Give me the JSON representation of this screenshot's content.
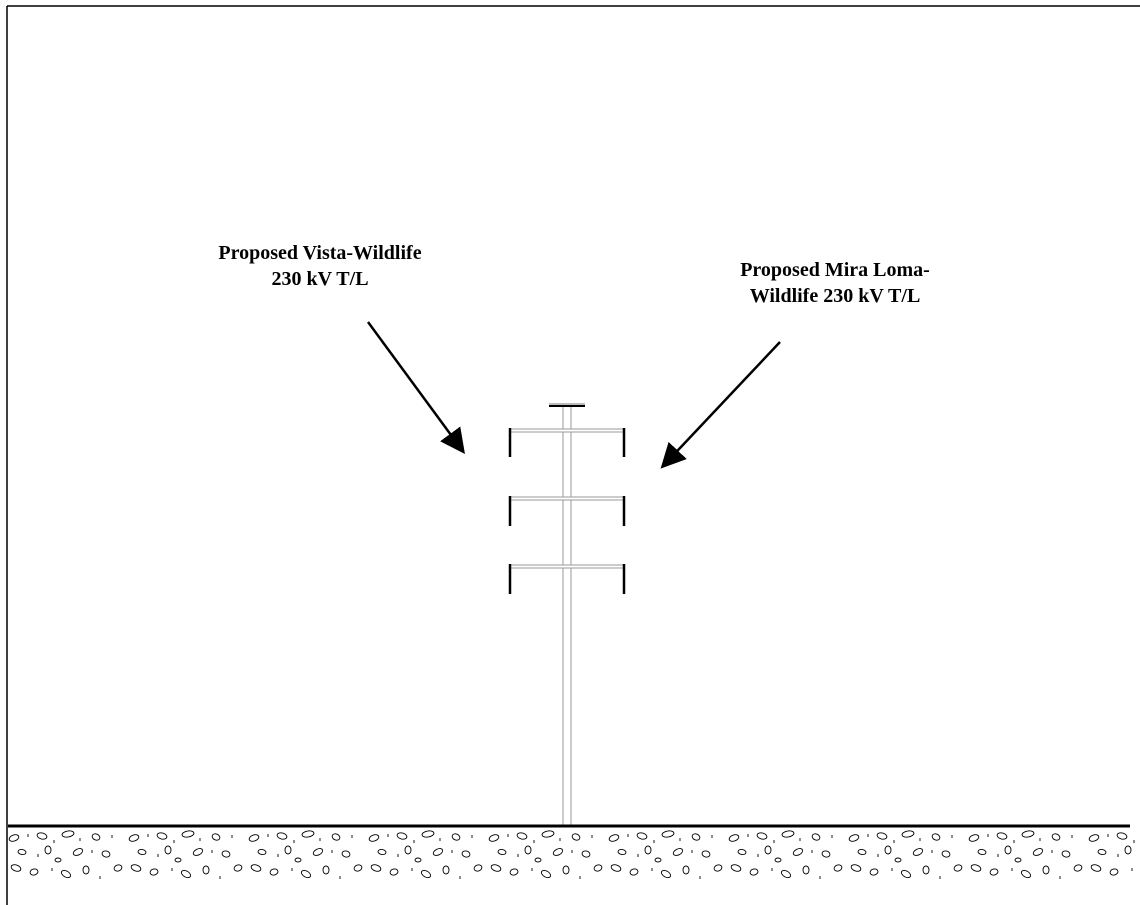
{
  "labels": {
    "left": {
      "line1": "Proposed Vista-Wildlife",
      "line2": "230 kV T/L"
    },
    "right": {
      "line1": "Proposed Mira Loma-",
      "line2": "Wildlife 230 kV T/L"
    }
  },
  "colors": {
    "ink": "#000000",
    "pole": "#9a9a9a"
  }
}
